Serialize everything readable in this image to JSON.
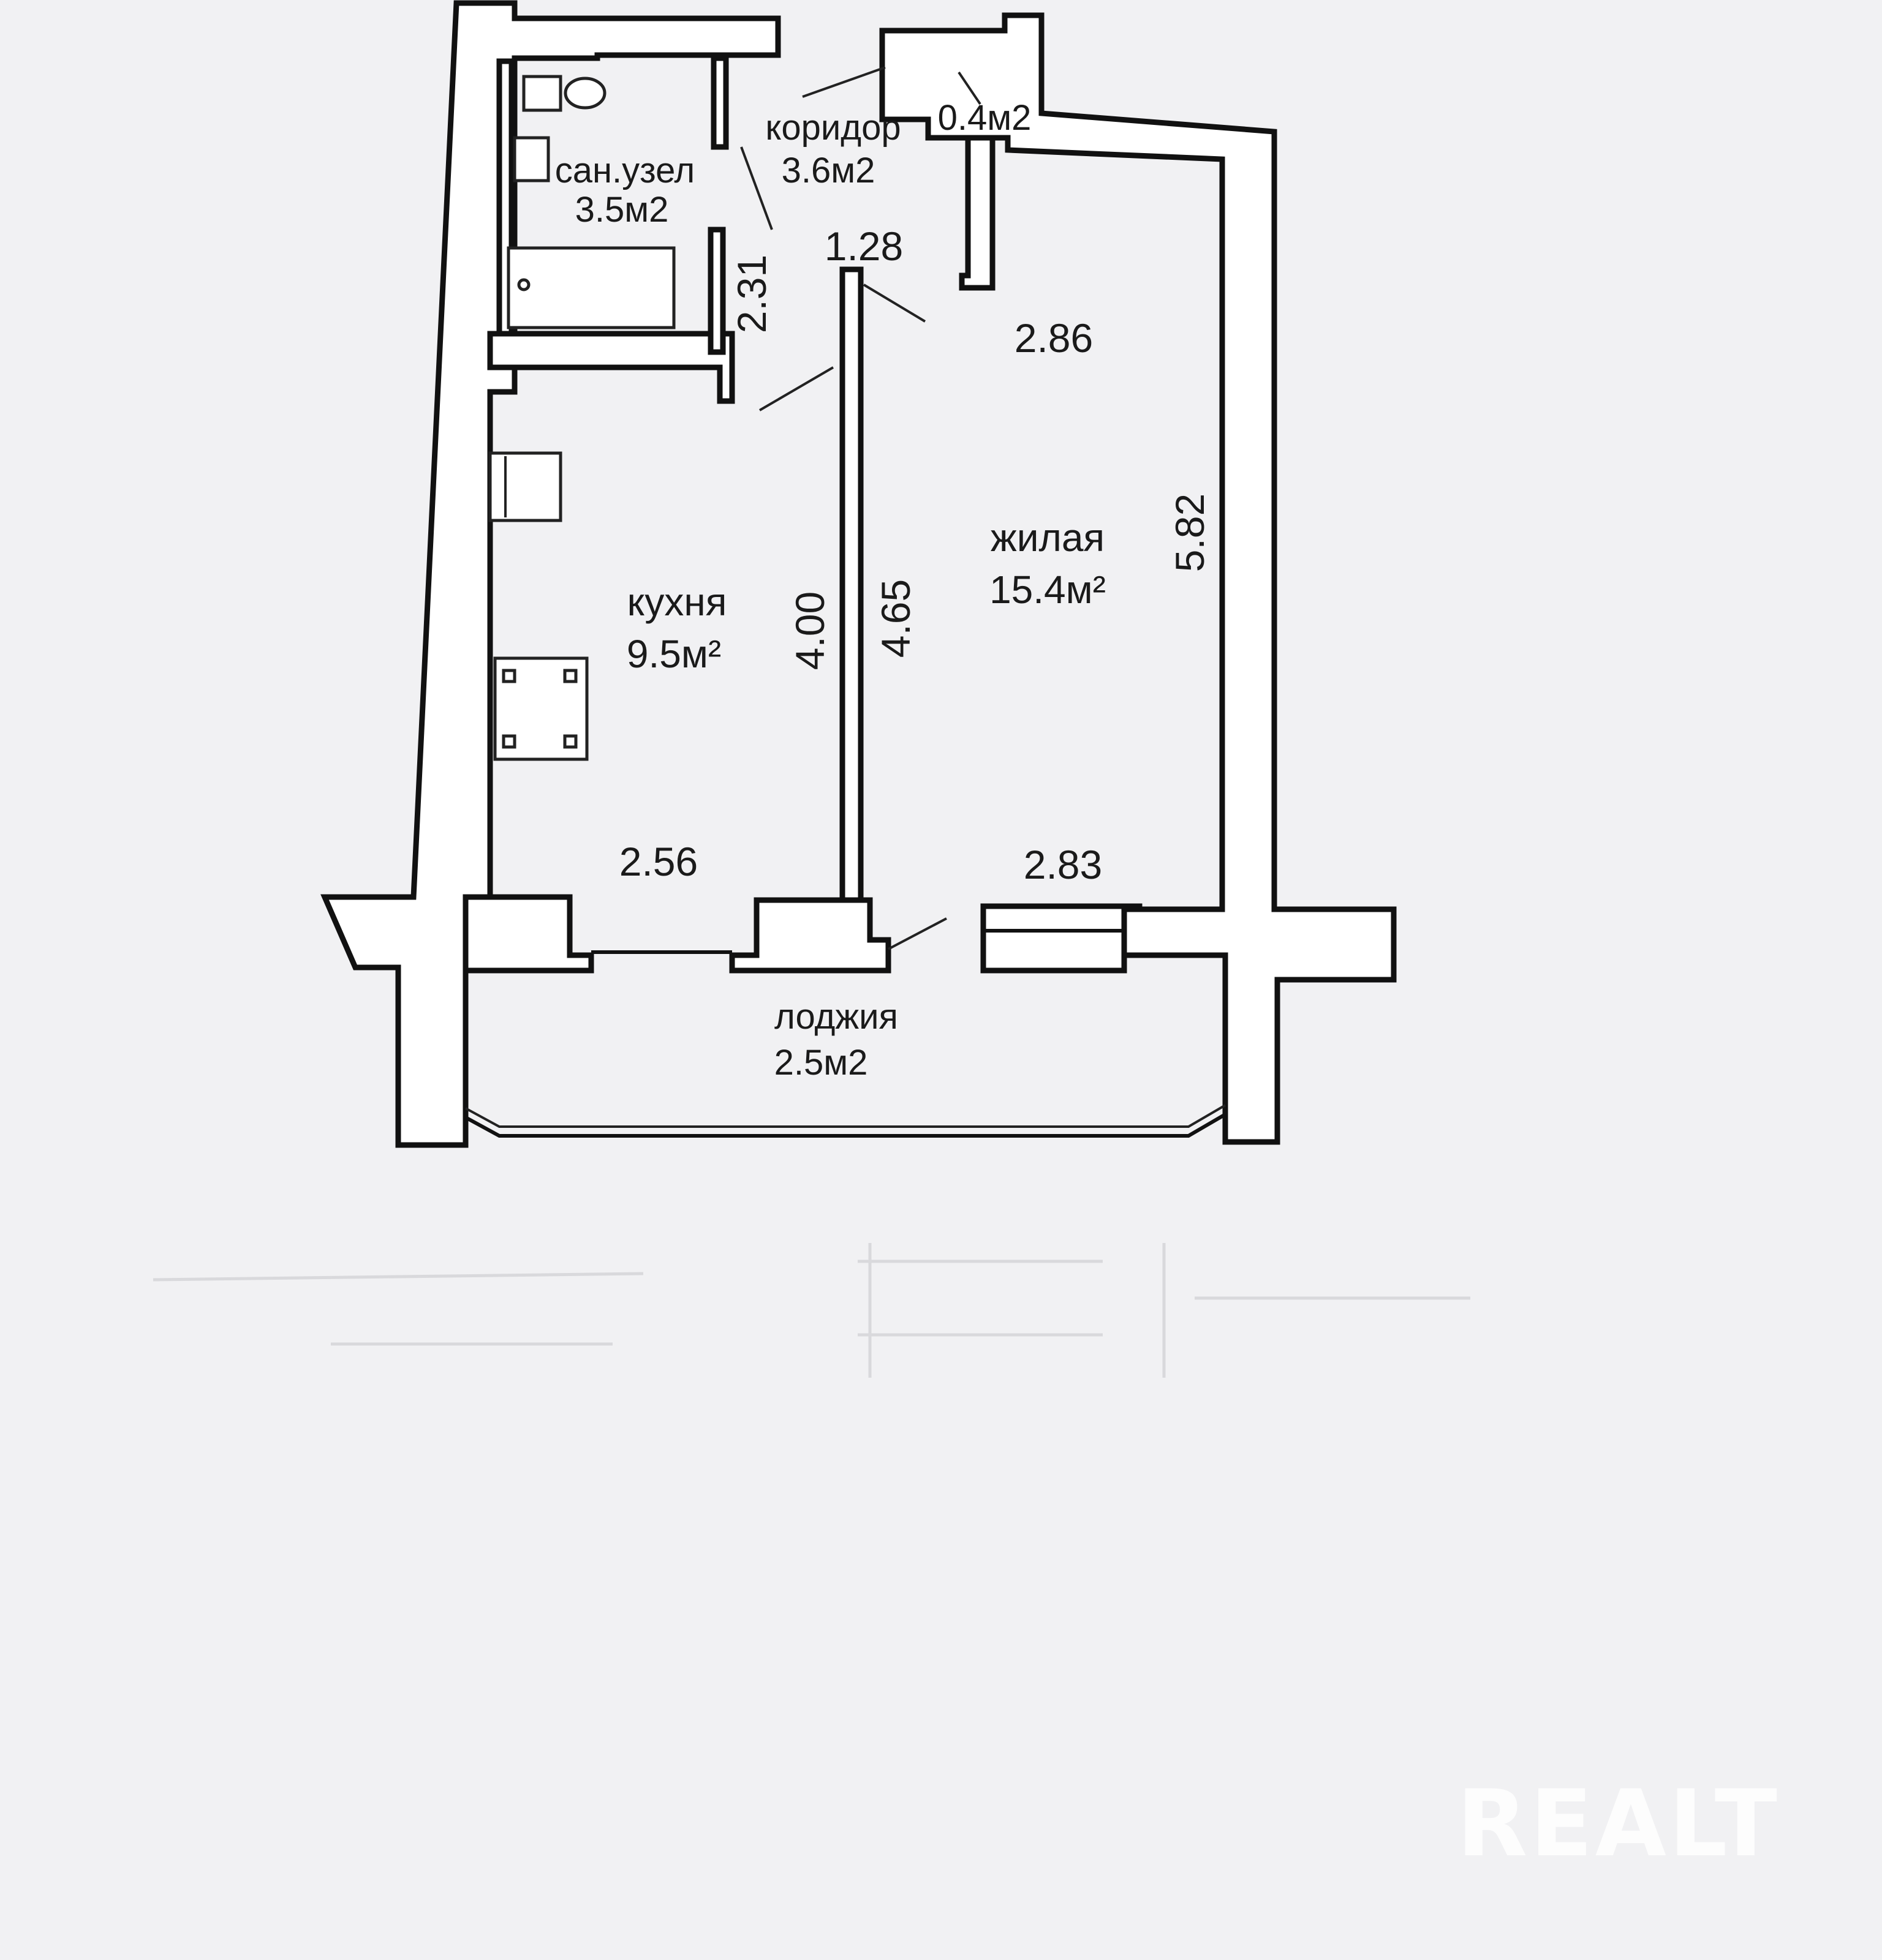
{
  "rooms": {
    "bathroom": {
      "name": "сан.узел",
      "area": "3.5м2"
    },
    "corridor": {
      "name": "коридор",
      "area": "3.6м2"
    },
    "closet": {
      "area": "0.4м2"
    },
    "kitchen": {
      "name": "кухня",
      "area": "9.5м²"
    },
    "living": {
      "name": "жилая",
      "area": "15.4м²"
    },
    "loggia": {
      "name": "лоджия",
      "area": "2.5м2"
    }
  },
  "dimensions": {
    "corridor_width": "1.28",
    "bathroom_height": "2.31",
    "living_top_width": "2.86",
    "living_height": "5.82",
    "kitchen_height": "4.00",
    "partition_height": "4.65",
    "kitchen_width": "2.56",
    "living_bottom_width": "2.83"
  },
  "watermark": "REALT"
}
